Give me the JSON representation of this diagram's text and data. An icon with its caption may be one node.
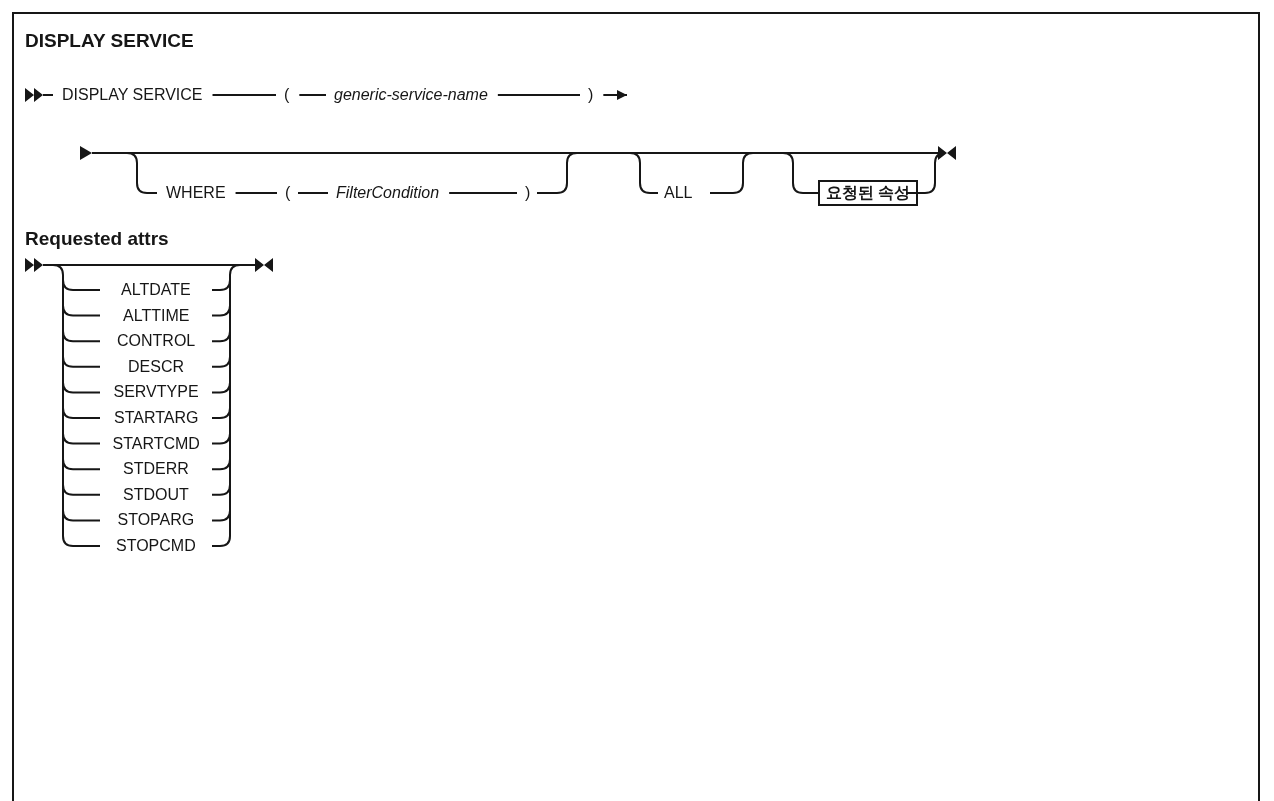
{
  "diagram": {
    "title": "DISPLAY SERVICE",
    "nodes": [
      {
        "text": [
          "DISPLAY SERVICE"
        ]
      },
      {
        "text": [
          "("
        ]
      },
      {
        "text": [
          "generic-service-name"
        ]
      },
      {
        "text": [
          ")"
        ]
      },
      {
        "text": [
          "WHERE"
        ]
      },
      {
        "text": [
          "("
        ]
      },
      {
        "text": [
          "FilterCondition"
        ]
      },
      {
        "text": [
          ")"
        ]
      },
      {
        "text": [
          "ALL"
        ]
      },
      {
        "text": [
          "요청된 속성"
        ]
      },
      {
        "text": [
          "ALTDATE"
        ]
      },
      {
        "text": [
          "ALTTIME"
        ]
      },
      {
        "text": [
          "CONTROL"
        ]
      },
      {
        "text": [
          "DESCR"
        ]
      },
      {
        "text": [
          "SERVTYPE"
        ]
      },
      {
        "text": [
          "STARTARG"
        ]
      },
      {
        "text": [
          "STARTCMD"
        ]
      },
      {
        "text": [
          "STDERR"
        ]
      },
      {
        "text": [
          "STDOUT"
        ]
      },
      {
        "text": [
          "STOPARG"
        ]
      },
      {
        "text": [
          "STOPCMD"
        ]
      }
    ],
    "edges": [
      {
        "from": 0,
        "to": 1,
        "arrow": "none"
      },
      {
        "from": 1,
        "to": 2,
        "arrow": "none"
      },
      {
        "from": 2,
        "to": 3,
        "arrow": "none"
      },
      {
        "from": 3,
        "to": null,
        "arrow": "to"
      },
      {
        "from": 4,
        "to": 5,
        "arrow": "none"
      },
      {
        "from": 5,
        "to": 6,
        "arrow": "none"
      },
      {
        "from": 6,
        "to": 7,
        "arrow": "none"
      }
    ],
    "labels": [
      "Requested attrs"
    ]
  }
}
